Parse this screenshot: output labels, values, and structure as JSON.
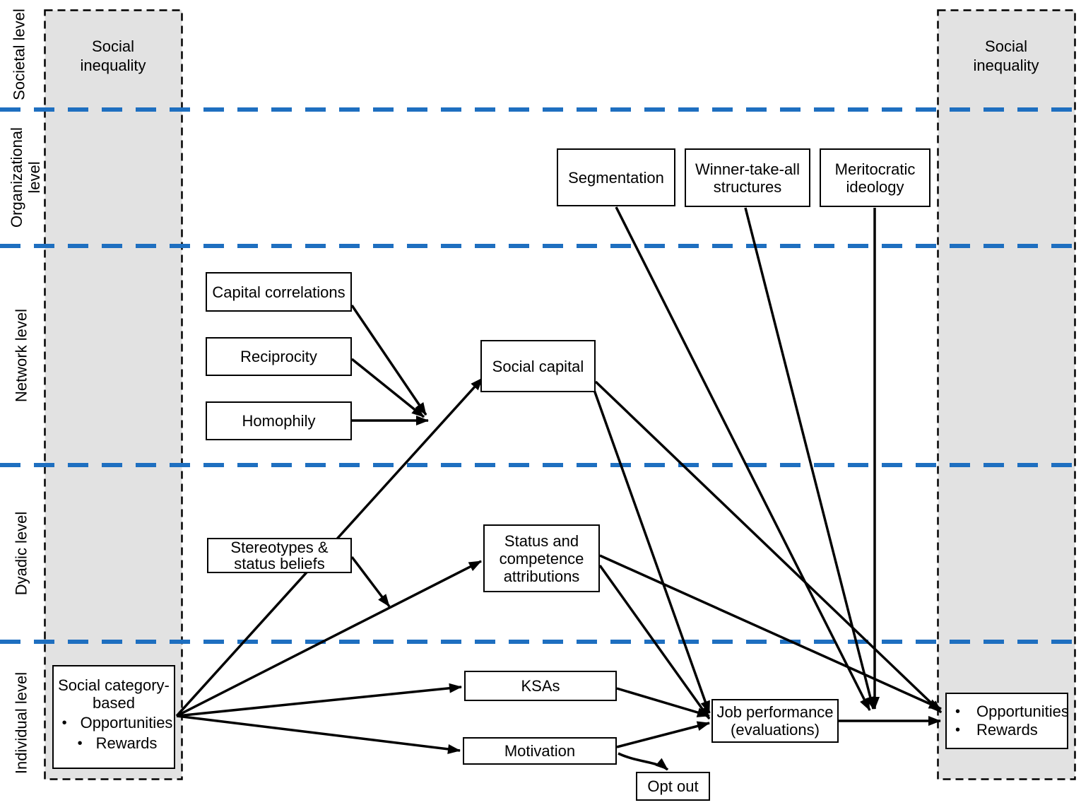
{
  "figure": {
    "left_column_title": "Social inequality",
    "right_column_title": "Social inequality",
    "levels": [
      "Societal level",
      "Organizational level",
      "Network level",
      "Dyadic level",
      "Individual level"
    ],
    "boxes": {
      "segmentation": "Segmentation",
      "winner_take_all": "Winner-take-all structures",
      "meritocratic": "Meritocratic ideology",
      "capital_correlations": "Capital correlations",
      "reciprocity": "Reciprocity",
      "homophily": "Homophily",
      "social_capital": "Social capital",
      "stereotypes": "Stereotypes & status beliefs",
      "status_attributions": "Status and competence attributions",
      "social_category_title": "Social category-based",
      "social_category_bullets": [
        "Opportunities",
        "Rewards"
      ],
      "ksas": "KSAs",
      "motivation": "Motivation",
      "job_performance": "Job performance (evaluations)",
      "opt_out": "Opt out",
      "outcomes_bullets": [
        "Opportunities",
        "Rewards"
      ]
    },
    "colors": {
      "column_fill": "#e2e2e2",
      "divider_blue": "#1e6fc0",
      "line_black": "#000000"
    }
  }
}
